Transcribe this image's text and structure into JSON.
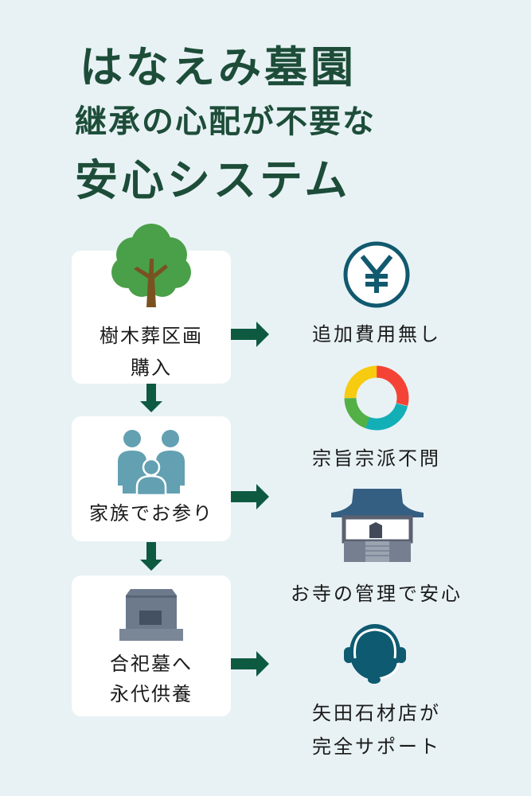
{
  "title": {
    "line1": "はなえみ墓園",
    "line2": "継承の心配が不要な",
    "line3": "安心システム"
  },
  "steps": [
    {
      "icon": "tree-icon",
      "line1": "樹木葬区画",
      "line2": "購入"
    },
    {
      "icon": "family-icon",
      "line1": "家族でお参り"
    },
    {
      "icon": "grave-icon",
      "line1": "合祀墓へ",
      "line2": "永代供養"
    }
  ],
  "benefits": [
    {
      "icon": "yen-icon",
      "label": "追加費用無し"
    },
    {
      "icon": "donut-icon",
      "label": "宗旨宗派不問"
    },
    {
      "icon": "temple-icon",
      "label": "お寺の管理で安心"
    },
    {
      "icon": "headset-icon",
      "line1": "矢田石材店が",
      "line2": "完全サポート"
    }
  ],
  "colors": {
    "title": "#1d4d39",
    "arrow": "#0e5a41",
    "background": "#e8f2f5",
    "teal": "#11596e"
  }
}
